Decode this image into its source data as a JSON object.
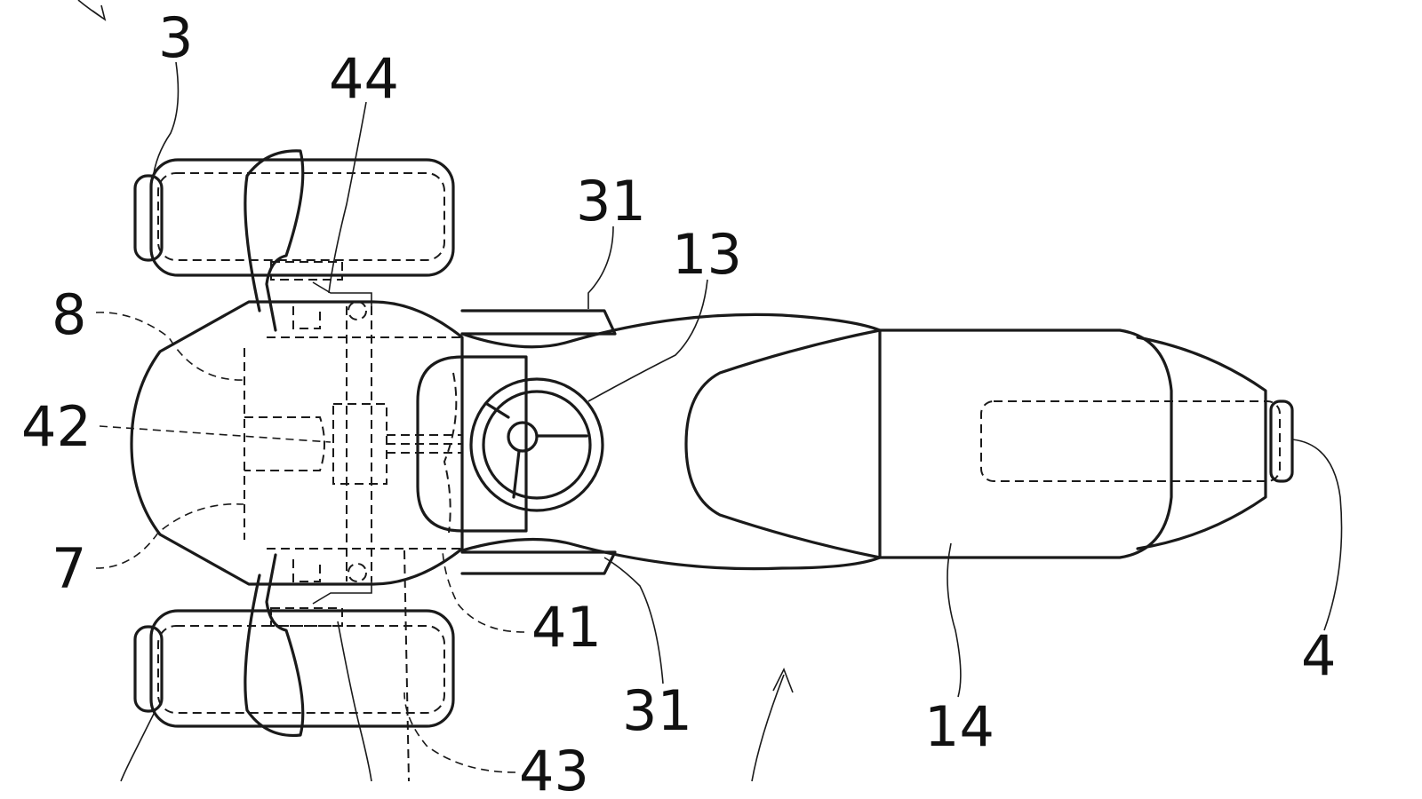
{
  "figure": {
    "labels": [
      {
        "key": "wheel_front_left",
        "text": "3"
      },
      {
        "key": "part_44",
        "text": "44"
      },
      {
        "key": "fender_top",
        "text": "31"
      },
      {
        "key": "steering",
        "text": "13"
      },
      {
        "key": "front_cover_upper",
        "text": "8"
      },
      {
        "key": "front_axle",
        "text": "42"
      },
      {
        "key": "front_cover_lower",
        "text": "7"
      },
      {
        "key": "part_41",
        "text": "41"
      },
      {
        "key": "fender_bottom",
        "text": "31"
      },
      {
        "key": "seat",
        "text": "14"
      },
      {
        "key": "rear_wheel",
        "text": "4"
      },
      {
        "key": "part_43",
        "text": "43"
      }
    ]
  }
}
